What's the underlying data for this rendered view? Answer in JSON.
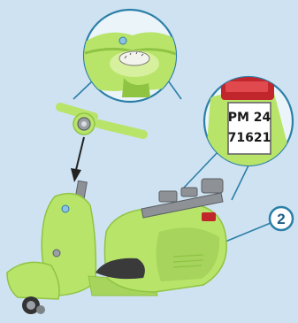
{
  "step": {
    "number": "2"
  },
  "license_plate": {
    "line1": "PM 24",
    "line2": "71621"
  },
  "colors": {
    "background": "#cfe2f1",
    "scooter_body": "#b8e46a",
    "scooter_shadow": "#8fc443",
    "outline": "#2c7fa8",
    "seat": "#3a3a3a",
    "rack": "#8e9196",
    "tail_light": "#c0262c"
  },
  "icons": [
    "arrow-down-icon",
    "step-number-badge"
  ]
}
